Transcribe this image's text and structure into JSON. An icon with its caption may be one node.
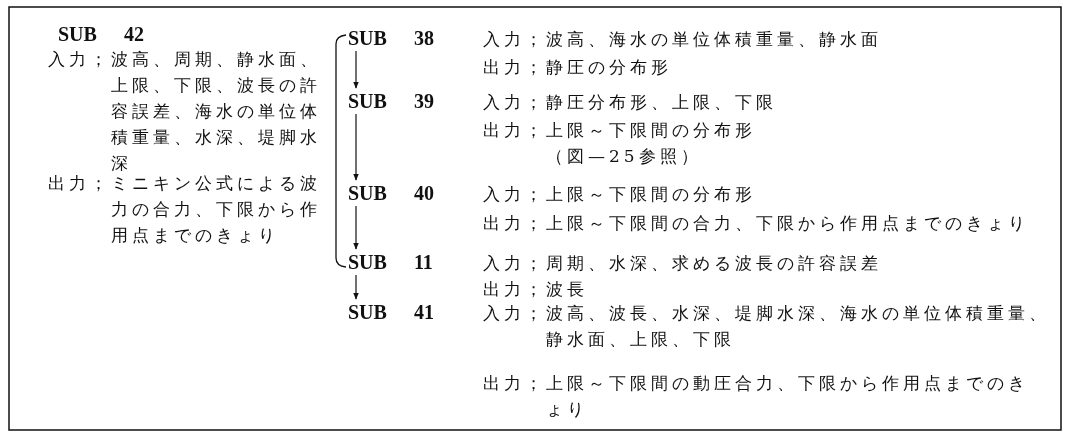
{
  "diagram": {
    "nodes": [
      {
        "text": [
          "SUB 42"
        ],
        "beside": [
          "入力；波高、周期、静水面、上限、下限、波長の許容誤差、海水の単位体積重量、水深、堤脚水深",
          "出力；ミニキン公式による波力の合力、下限から作用点までのきょり"
        ]
      },
      {
        "text": [
          "SUB 38"
        ],
        "beside": [
          "入力；波高、海水の単位体積重量、静水面",
          "出力；静圧の分布形"
        ]
      },
      {
        "text": [
          "SUB 39"
        ],
        "beside": [
          "入力；静圧分布形、上限、下限",
          "出力；上限～下限間の分布形（図—25参照）"
        ]
      },
      {
        "text": [
          "SUB 40"
        ],
        "beside": [
          "入力；上限～下限間の分布形",
          "出力；上限～下限間の合力、下限から作用点までのきょり"
        ]
      },
      {
        "text": [
          "SUB 11"
        ],
        "beside": [
          "入力；周期、水深、求める波長の許容誤差",
          "出力；波長"
        ]
      },
      {
        "text": [
          "SUB 41"
        ],
        "beside": [
          "入力；波高、波長、水深、堤脚水深、海水の単位体積重量、静水面、上限、下限",
          "出力；上限～下限間の動圧合力、下限から作用点までのきょり"
        ]
      }
    ],
    "edges": [
      {
        "from": 1,
        "to": 2,
        "arrow": "to"
      },
      {
        "from": 2,
        "to": 3,
        "arrow": "to"
      },
      {
        "from": 3,
        "to": 4,
        "arrow": "to"
      },
      {
        "from": 4,
        "to": 5,
        "arrow": "to"
      }
    ]
  }
}
